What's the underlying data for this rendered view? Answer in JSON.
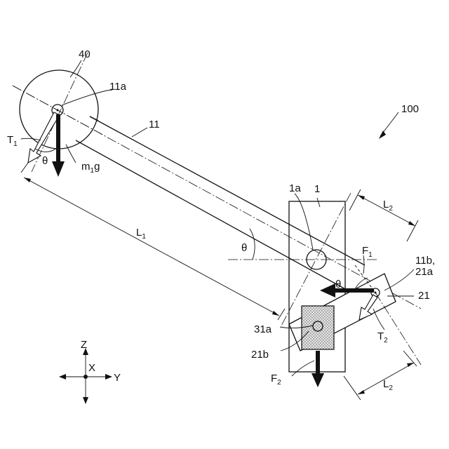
{
  "labels": {
    "ref_100": "100",
    "ref_40": "40",
    "ref_11a": "11a",
    "ref_11": "11",
    "T1_main": "T",
    "T1_sub": "1",
    "theta_left": "θ",
    "m1g_pre": "m",
    "m1g_sub": "1",
    "m1g_post": "g",
    "L1_main": "L",
    "L1_sub": "1",
    "ref_1a": "1a",
    "ref_1": "1",
    "L2_top_main": "L",
    "L2_top_sub": "2",
    "theta_center": "θ",
    "F1_main": "F",
    "F1_sub": "1",
    "ref_11b": "11b,",
    "ref_21a": "21a",
    "theta_right": "θ",
    "ref_21": "21",
    "T2_main": "T",
    "T2_sub": "2",
    "ref_31a": "31a",
    "ref_21b": "21b",
    "F2_main": "F",
    "F2_sub": "2",
    "L2_bot_main": "L",
    "L2_bot_sub": "2",
    "axis_z": "Z",
    "axis_x": "X",
    "axis_y": "Y"
  },
  "colors": {
    "ink": "#111111",
    "stipple": "#dddddd",
    "background": "#ffffff"
  }
}
